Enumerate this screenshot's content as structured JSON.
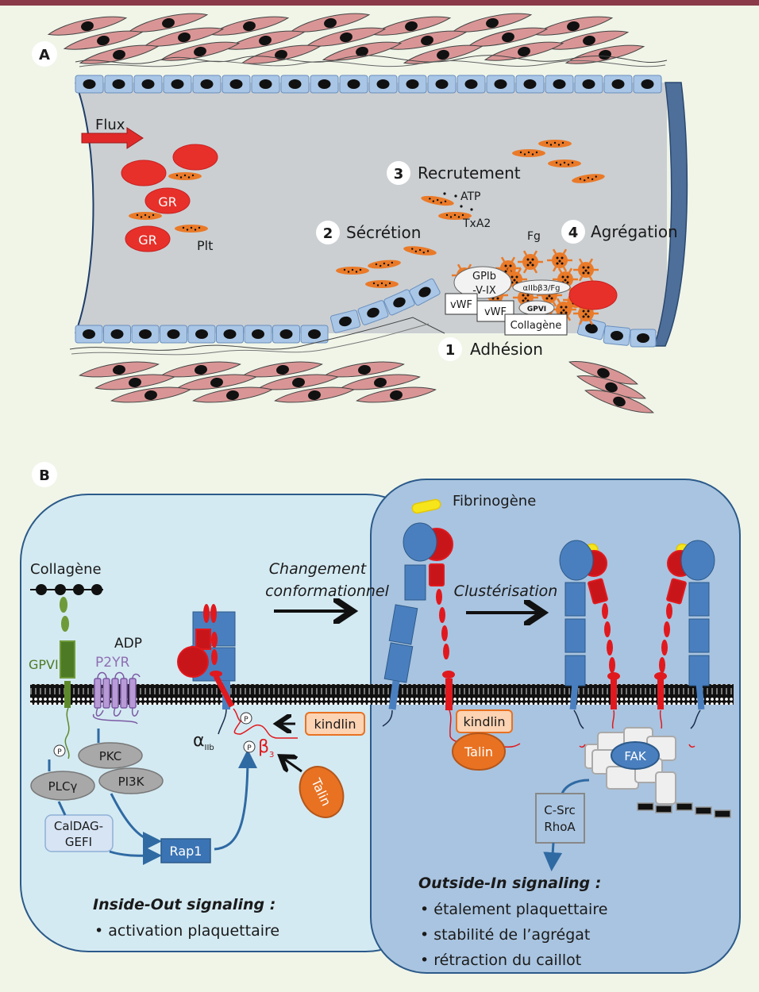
{
  "colors": {
    "background": "#f0f5e8",
    "top_bar": "#8a3a48",
    "vessel_lumen": "#cbcfd2",
    "endothelium": "#a9c6e6",
    "smooth_muscle": "#d99595",
    "red_cell": "#e8302a",
    "platelet": "#ea7a28",
    "panel_left": "#d4eaf2",
    "panel_right": "#a9c4e0",
    "integrin_blue": "#4a7fbf",
    "integrin_red": "#d8191e",
    "gpvi_green": "#5e8a2c",
    "p2yr_purple": "#8e6fb3",
    "kinase_gray": "#a8a8a8",
    "talin_orange": "#e87222",
    "kindlin_fill": "#fcd3b3",
    "fibrinogen_yellow": "#f6e51a"
  },
  "panel_a": {
    "badge": "A",
    "flux_label": "Flux",
    "red_cell_label": "GR",
    "platelet_label": "Plt",
    "steps": [
      {
        "number": "1",
        "label": "Adhésion"
      },
      {
        "number": "2",
        "label": "Sécrétion"
      },
      {
        "number": "3",
        "label": "Recrutement"
      },
      {
        "number": "4",
        "label": "Agrégation"
      }
    ],
    "mediators": {
      "atp": "ATP",
      "txa2": "TxA2",
      "fg": "Fg"
    },
    "receptor_labels": {
      "gpib_line1": "GPIb",
      "gpib_line2": "-V-IX",
      "vwf": "vWF",
      "integrin": "αIIbβ3/Fg",
      "gpvi": "GPVI",
      "collagen": "Collagène"
    }
  },
  "panel_b": {
    "badge": "B",
    "collagen_label": "Collagène",
    "gpvi_label": "GPVI",
    "adp_label": "ADP",
    "p2yr_label": "P2YR",
    "phospho_label": "P",
    "plcg_label": "PLCγ",
    "pkc_label": "PKC",
    "pi3k_label": "PI3K",
    "caldag_line1": "CalDAG-",
    "caldag_line2": "GEFI",
    "rap1_label": "Rap1",
    "alpha_label": "α",
    "alpha_sub": "IIb",
    "beta_label": "β",
    "beta_sub": "3",
    "kindlin_label": "kindlin",
    "talin_label": "Talin",
    "conformational_line1": "Changement",
    "conformational_line2": "conformationnel",
    "fibrinogen_label": "Fibrinogène",
    "clustering_label": "Clustérisation",
    "fak_label": "FAK",
    "csrc_line1": "C-Src",
    "csrc_line2": "RhoA",
    "inside_out": {
      "title": "Inside-Out signaling :",
      "items": [
        "activation plaquettaire"
      ]
    },
    "outside_in": {
      "title": "Outside-In signaling :",
      "items": [
        "étalement plaquettaire",
        "stabilité de l’agrégat",
        "rétraction du caillot"
      ]
    }
  }
}
